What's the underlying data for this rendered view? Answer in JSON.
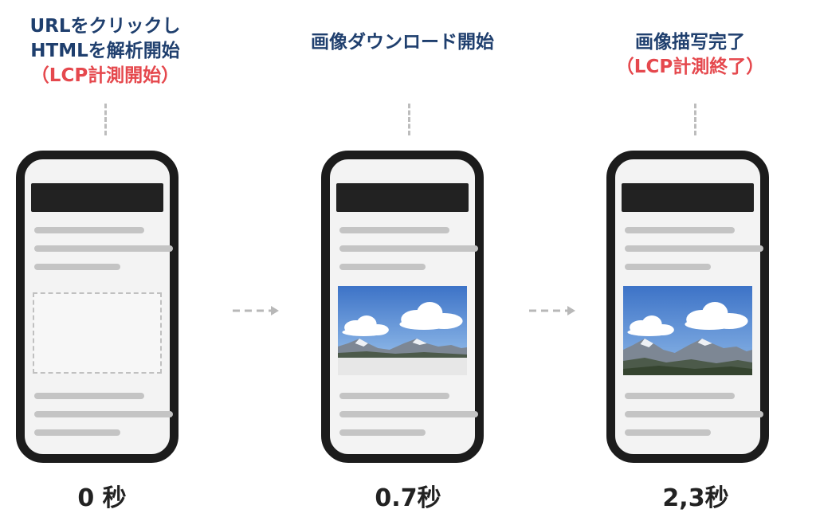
{
  "steps": [
    {
      "caption_lines": [
        "URLをクリックし",
        "HTMLを解析開始"
      ],
      "caption_highlight": "（LCP計測開始）",
      "time": "0 秒",
      "image_state": "placeholder"
    },
    {
      "caption_lines": [
        "画像ダウンロード開始"
      ],
      "caption_highlight": "",
      "time": "0.7秒",
      "image_state": "partial"
    },
    {
      "caption_lines": [
        "画像描写完了"
      ],
      "caption_highlight": "（LCP計測終了）",
      "time": "2,3秒",
      "image_state": "complete"
    }
  ],
  "colors": {
    "caption": "#1f3f6e",
    "highlight": "#e5484d",
    "phone_frame": "#1c1c1c",
    "connector": "#bdbdbd"
  },
  "icons": [
    "smartphone-icon",
    "mountain-landscape-icon",
    "arrow-right-icon"
  ]
}
